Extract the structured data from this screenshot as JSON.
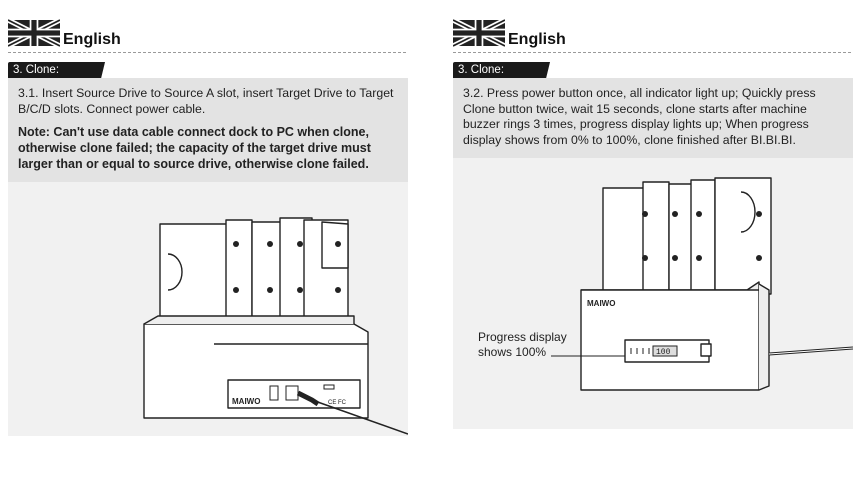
{
  "left": {
    "language": "English",
    "section_tag": "3. Clone:",
    "instruction": "3.1. Insert Source Drive to Source A slot, insert Target Drive to Target B/C/D slots. Connect power cable.",
    "note": "Note: Can't use data cable connect dock to PC when clone, otherwise clone failed; the capacity of the target drive must larger than or equal to source drive, otherwise clone failed.",
    "brand_logo": "MAIWO",
    "port_label": "CE FC"
  },
  "right": {
    "language": "English",
    "section_tag": "3. Clone:",
    "instruction": "3.2. Press power button once, all indicator light up; Quickly press Clone button twice, wait 15 seconds, clone starts after machine buzzer rings 3 times, progress display lights up; When progress display shows from 0% to 100%, clone finished after BI.BI.BI.",
    "brand_logo": "MAIWO",
    "callout_line1": "Progress display",
    "callout_line2": "shows 100%",
    "display_value": "100"
  },
  "colors": {
    "text_box_bg": "#e3e3e3",
    "image_box_bg": "#f1f1f1",
    "tag_bg": "#1a1a1a"
  },
  "icons": [
    "uk-flag-icon"
  ]
}
